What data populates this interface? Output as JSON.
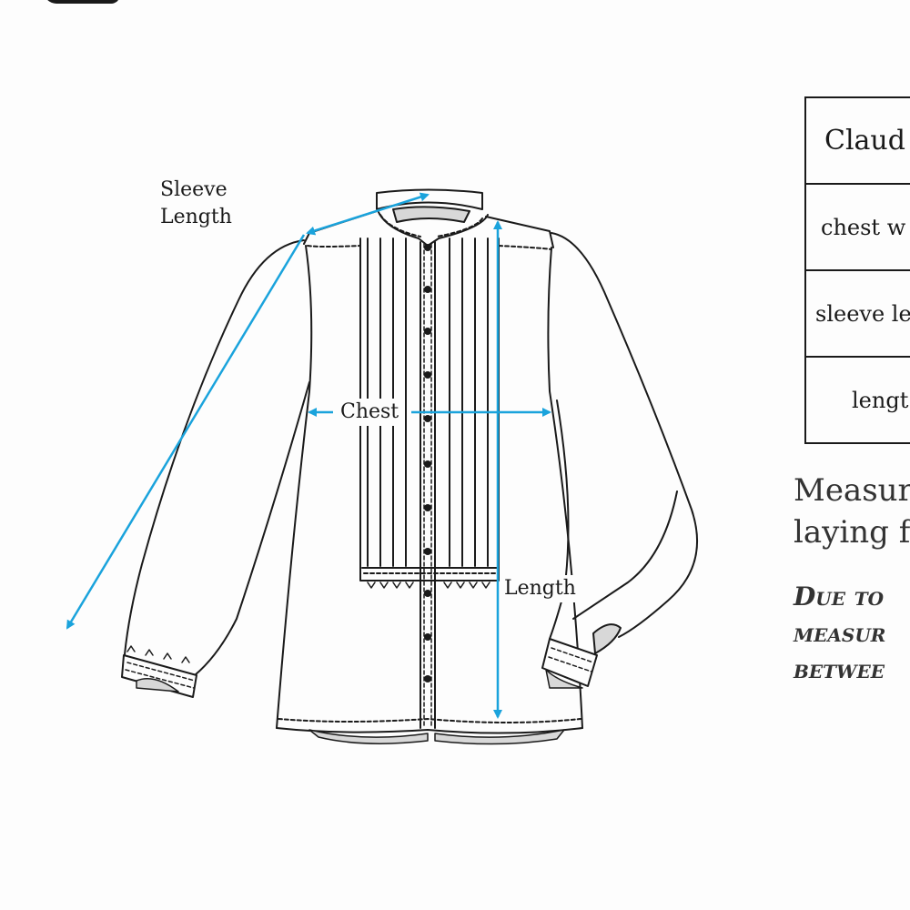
{
  "labels": {
    "sleeve_line1": "Sleeve",
    "sleeve_line2": "Length",
    "chest": "Chest",
    "length": "Length"
  },
  "table": {
    "header": "Claud",
    "rows": [
      "chest w",
      "sleeve le",
      "lengt"
    ]
  },
  "note": {
    "line1": "Measur",
    "line2": "laying f"
  },
  "disclaimer": {
    "line1": "Due to",
    "line2": "measur",
    "line3": "betwee"
  },
  "colors": {
    "measure_arrow": "#1aa3dc",
    "outline": "#1a1a1a",
    "shade": "#d8d8d8"
  }
}
